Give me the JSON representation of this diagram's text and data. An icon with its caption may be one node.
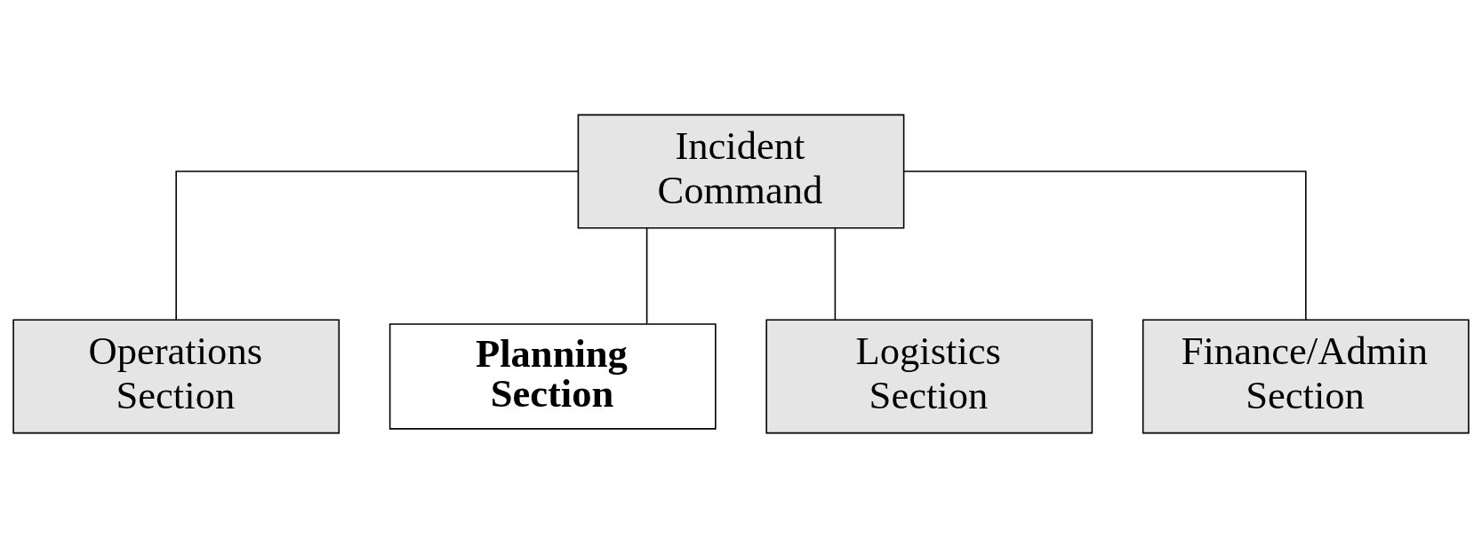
{
  "diagram": {
    "nodes": [
      {
        "text": [
          "Incident Command"
        ]
      },
      {
        "text": [
          "Operations Section"
        ]
      },
      {
        "text": [
          "Planning Section"
        ]
      },
      {
        "text": [
          "Logistics Section"
        ]
      },
      {
        "text": [
          "Finance/Admin Section"
        ]
      }
    ],
    "edges": [
      {
        "from": 0,
        "to": 1,
        "arrow": "none"
      },
      {
        "from": 0,
        "to": 2,
        "arrow": "none"
      },
      {
        "from": 0,
        "to": 3,
        "arrow": "none"
      },
      {
        "from": 0,
        "to": 4,
        "arrow": "none"
      }
    ]
  }
}
